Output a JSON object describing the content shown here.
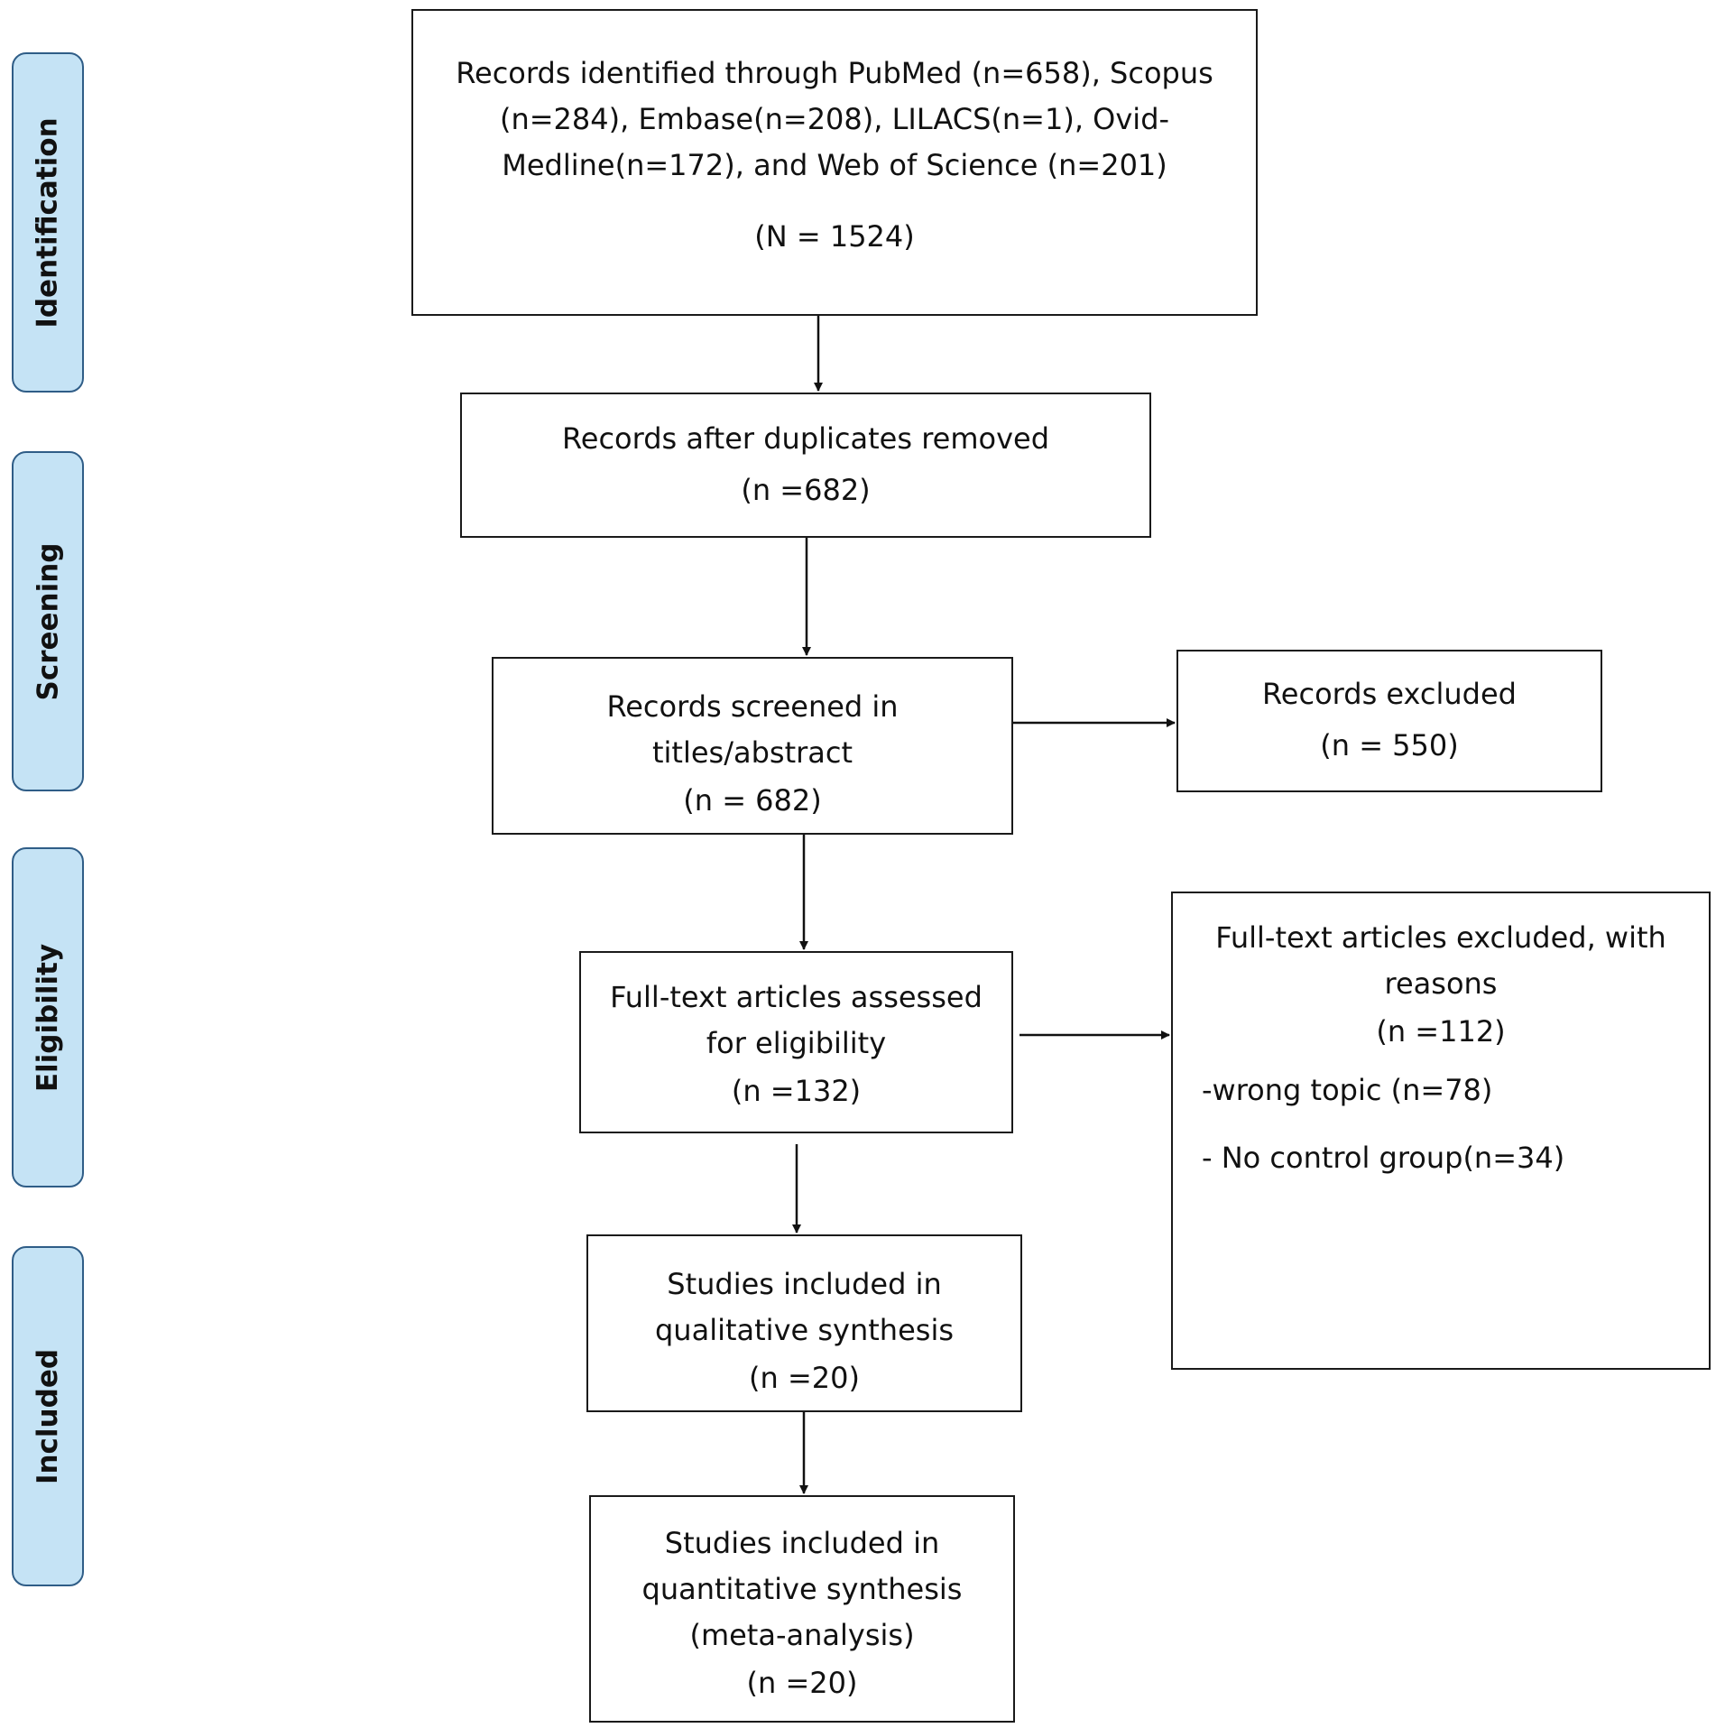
{
  "phases": {
    "identification": "Identification",
    "screening": "Screening",
    "eligibility": "Eligibility",
    "included": "Included"
  },
  "nodes": {
    "identified": {
      "lines": [
        "Records identified through PubMed (n=658), Scopus",
        "(n=284), Embase(n=208), LILACS(n=1), Ovid-",
        "Medline(n=172), and Web of Science (n=201)"
      ],
      "count": "(N = 1524)"
    },
    "duplicates_removed": {
      "lines": [
        "Records after duplicates removed"
      ],
      "count": "(n =682)"
    },
    "screened": {
      "lines": [
        "Records screened in",
        "titles/abstract"
      ],
      "count": "(n = 682)"
    },
    "excluded": {
      "lines": [
        "Records excluded"
      ],
      "count": "(n = 550)"
    },
    "fulltext_assessed": {
      "lines": [
        "Full-text articles assessed",
        "for eligibility"
      ],
      "count": "(n =132)"
    },
    "fulltext_excluded": {
      "lines": [
        "Full-text articles excluded, with",
        "reasons"
      ],
      "count": "(n =112)",
      "reasons": [
        "-wrong topic (n=78)",
        "- No control group(n=34)"
      ]
    },
    "qualitative": {
      "lines": [
        "Studies included in",
        "qualitative synthesis"
      ],
      "count": "(n =20)"
    },
    "quantitative": {
      "lines": [
        "Studies included in",
        "quantitative synthesis",
        "(meta-analysis)"
      ],
      "count": "(n =20)"
    }
  }
}
